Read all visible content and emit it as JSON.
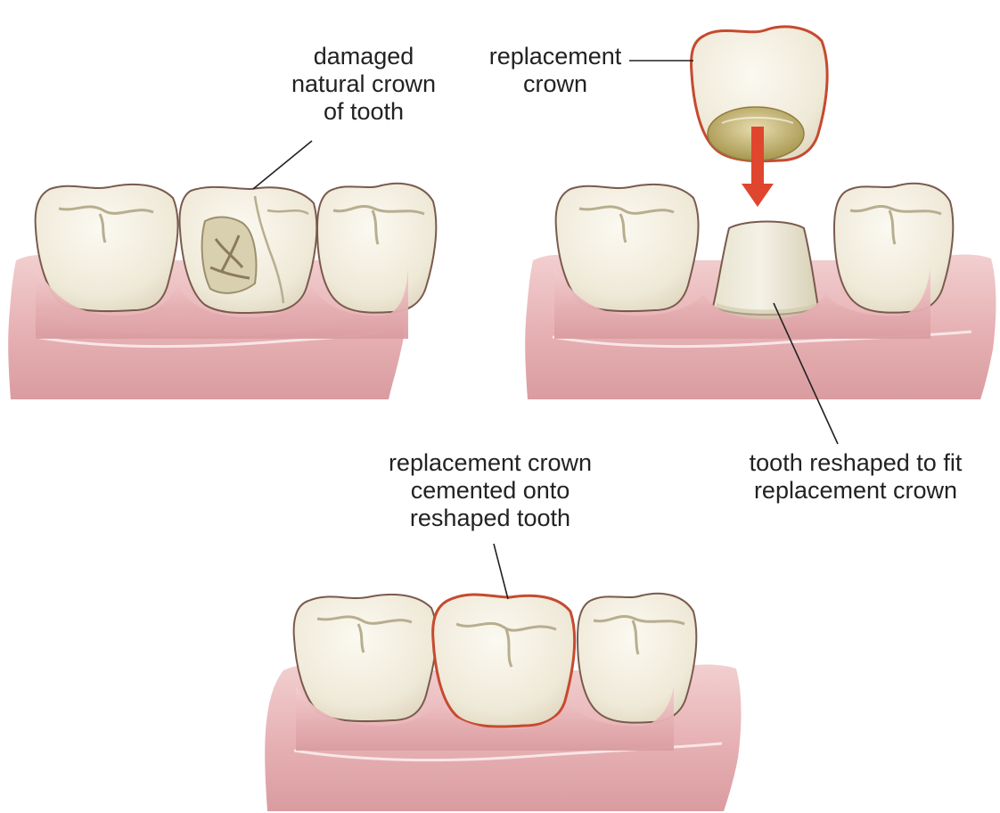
{
  "colors": {
    "gum": "#e9b7b9",
    "gum_shade": "#d89a9e",
    "gum_light": "#f6d8d9",
    "tooth": "#f3efe2",
    "tooth_shade": "#ddd6c0",
    "tooth_outline": "#7a5a4e",
    "crown_outline": "#c64a2f",
    "arrow": "#e0452e",
    "crack": "#b8ae8f",
    "leader": "#222222",
    "crown_inner": "#bfae6a"
  },
  "labels": {
    "damaged_crown": [
      "damaged",
      "natural crown",
      "of tooth"
    ],
    "replacement_crown": [
      "replacement",
      "crown"
    ],
    "reshaped_tooth": [
      "tooth reshaped to fit",
      "replacement crown"
    ],
    "cemented_crown": [
      "replacement crown",
      "cemented onto",
      "reshaped tooth"
    ]
  }
}
